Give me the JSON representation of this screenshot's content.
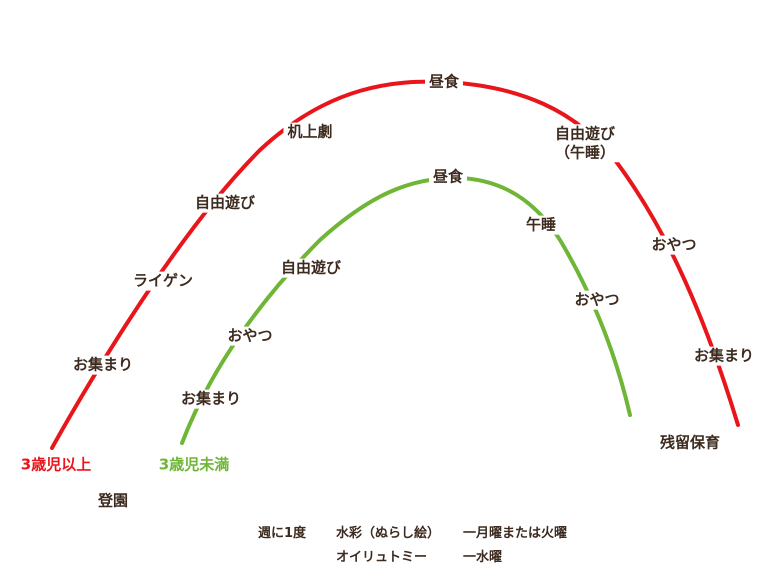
{
  "colors": {
    "text": "#3d2b1f",
    "over3": "#e8151b",
    "under3": "#6fb536",
    "background": "#ffffff"
  },
  "groups": {
    "over3": "3歳児以上",
    "under3": "3歳児未満"
  },
  "start_label": "登園",
  "end_label": "残留保育",
  "over3_schedule": {
    "gathering": "お集まり",
    "rhythmic": "ライゲン",
    "free_play": "自由遊び",
    "puppet_show": "机上劇",
    "lunch": "昼食",
    "free_play_nap_1": "自由遊び",
    "free_play_nap_2": "（午睡）",
    "snack": "おやつ",
    "gathering_end": "お集まり"
  },
  "under3_schedule": {
    "gathering": "お集まり",
    "snack_am": "おやつ",
    "free_play": "自由遊び",
    "lunch": "昼食",
    "nap": "午睡",
    "snack_pm": "おやつ"
  },
  "notes": {
    "weekly": "週に1度",
    "watercolor": "水彩（ぬらし絵）",
    "watercolor_day": "一月曜または火曜",
    "eurythmy": "オイリュトミー",
    "eurythmy_day": "一水曜"
  }
}
